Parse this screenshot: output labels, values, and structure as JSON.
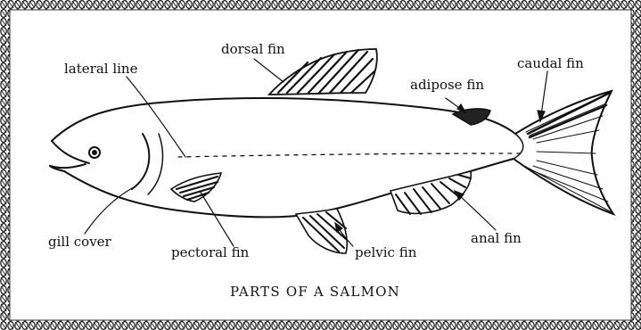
{
  "caption": "PARTS OF A SALMON",
  "labels": {
    "dorsal_fin": "dorsal fin",
    "lateral_line": "lateral line",
    "adipose_fin": "adipose fin",
    "caudal_fin": "caudal fin",
    "gill_cover": "gill cover",
    "pectoral_fin": "pectoral fin",
    "pelvic_fin": "pelvic fin",
    "anal_fin": "anal fin"
  },
  "colors": {
    "ink": "#111111",
    "paper": "#ffffff",
    "border": "#222222"
  }
}
